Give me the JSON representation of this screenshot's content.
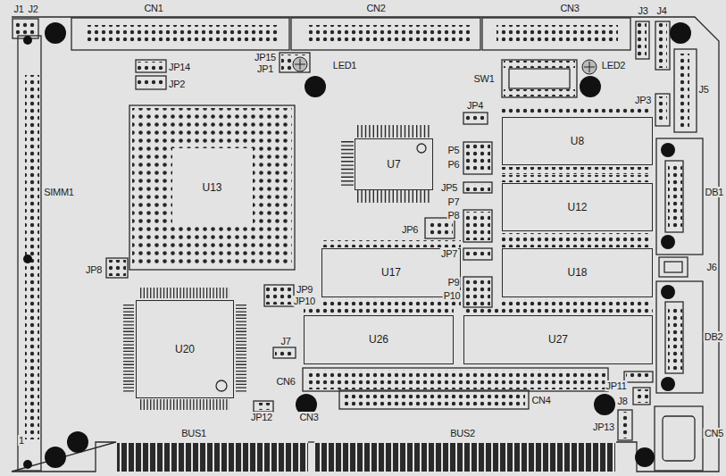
{
  "diagram": {
    "nodes": [
      {
        "text": [
          "U13"
        ]
      },
      {
        "text": [
          "U7"
        ]
      },
      {
        "text": [
          "U8"
        ]
      },
      {
        "text": [
          "U12"
        ]
      },
      {
        "text": [
          "U17"
        ]
      },
      {
        "text": [
          "U18"
        ]
      },
      {
        "text": [
          "U20"
        ]
      },
      {
        "text": [
          "U26"
        ]
      },
      {
        "text": [
          "U27"
        ]
      }
    ],
    "labels": [
      "J1",
      "J2",
      "CN1",
      "CN2",
      "CN3",
      "J3",
      "J4",
      "J5",
      "JP14",
      "JP2",
      "JP15",
      "JP1",
      "LED1",
      "SW1",
      "LED2",
      "JP4",
      "JP3",
      "P5",
      "P6",
      "JP5",
      "P7",
      "P8",
      "JP6",
      "DB1",
      "JP7",
      "P9",
      "P10",
      "JP8",
      "JP9",
      "JP10",
      "J6",
      "DB2",
      "J7",
      "CN6",
      "JP11",
      "CN4",
      "J8",
      "JP12",
      "CN3",
      "JP13",
      "CN5",
      "BUS1",
      "BUS2",
      "SIMM1",
      "1"
    ]
  }
}
